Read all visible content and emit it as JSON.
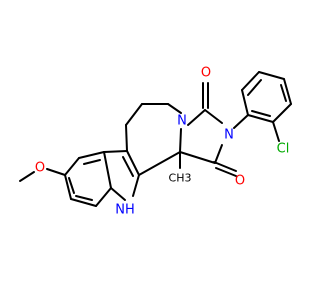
{
  "molecule": {
    "atoms": {
      "nh": "NH",
      "n_upper": "N",
      "n_lower": "N",
      "o_top": "O",
      "o_bottom": "O",
      "o_methoxy": "O",
      "cl": "Cl",
      "methyl": "CH3"
    },
    "colors": {
      "bond": "#000000",
      "nitrogen": "#0000ff",
      "oxygen": "#ff0000",
      "chlorine": "#00aa00"
    }
  }
}
